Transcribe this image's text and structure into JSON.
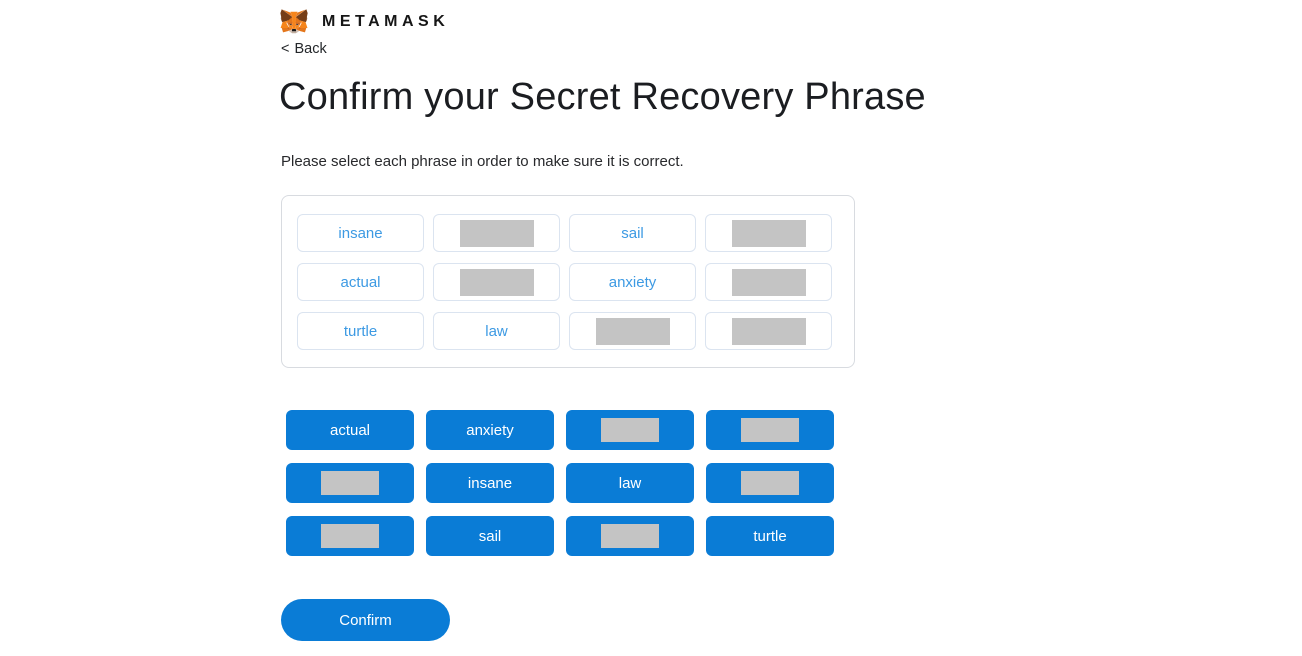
{
  "brand": {
    "wordmark": "METAMASK",
    "fox_icon": "metamask-fox-icon"
  },
  "nav": {
    "back_chevron": "<",
    "back_label": "Back"
  },
  "page": {
    "title": "Confirm your Secret Recovery Phrase",
    "instruction": "Please select each phrase in order to make sure it is correct."
  },
  "colors": {
    "primary_blue": "#0a7cd6",
    "chip_text_blue": "#3d9ae3",
    "redaction_gray": "#c4c4c4",
    "heading_text": "#1b1d21",
    "chip_border": "#dbe4f0",
    "box_border": "#d8dbe0"
  },
  "selected_phrase_slots": [
    {
      "label": "insane",
      "redacted": false
    },
    {
      "label": "",
      "redacted": true
    },
    {
      "label": "sail",
      "redacted": false
    },
    {
      "label": "",
      "redacted": true
    },
    {
      "label": "actual",
      "redacted": false
    },
    {
      "label": "",
      "redacted": true
    },
    {
      "label": "anxiety",
      "redacted": false
    },
    {
      "label": "",
      "redacted": true
    },
    {
      "label": "turtle",
      "redacted": false
    },
    {
      "label": "law",
      "redacted": false
    },
    {
      "label": "",
      "redacted": true
    },
    {
      "label": "",
      "redacted": true
    }
  ],
  "word_bank": [
    {
      "label": "actual",
      "redacted": false
    },
    {
      "label": "anxiety",
      "redacted": false
    },
    {
      "label": "",
      "redacted": true
    },
    {
      "label": "",
      "redacted": true
    },
    {
      "label": "",
      "redacted": true
    },
    {
      "label": "insane",
      "redacted": false
    },
    {
      "label": "law",
      "redacted": false
    },
    {
      "label": "",
      "redacted": true
    },
    {
      "label": "",
      "redacted": true
    },
    {
      "label": "sail",
      "redacted": false
    },
    {
      "label": "",
      "redacted": true
    },
    {
      "label": "turtle",
      "redacted": false
    }
  ],
  "actions": {
    "confirm_label": "Confirm"
  }
}
